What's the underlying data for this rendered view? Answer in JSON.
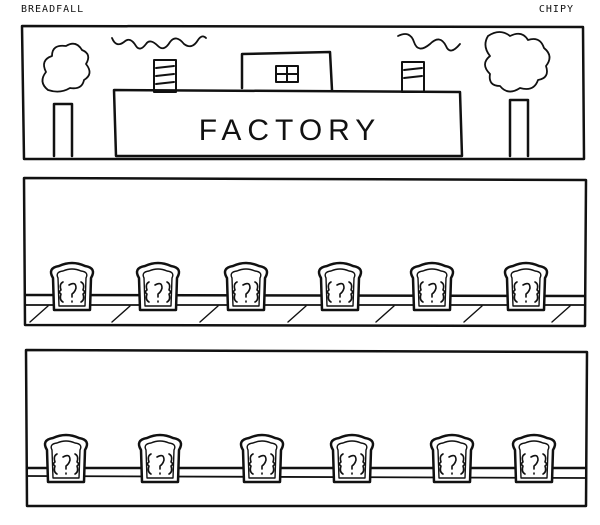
{
  "comic": {
    "title": "BREADFALL",
    "credit": "CHIPY",
    "factory_sign": "FACTORY",
    "ink_color": "#111111",
    "paper_color": "#ffffff"
  },
  "panels": [
    {
      "name": "factory-exterior",
      "toast_count": 0
    },
    {
      "name": "conveyor-row-1",
      "toast_count": 6,
      "toast_face": "{?}"
    },
    {
      "name": "conveyor-row-2",
      "toast_count": 6,
      "toast_face": "{?}"
    }
  ]
}
